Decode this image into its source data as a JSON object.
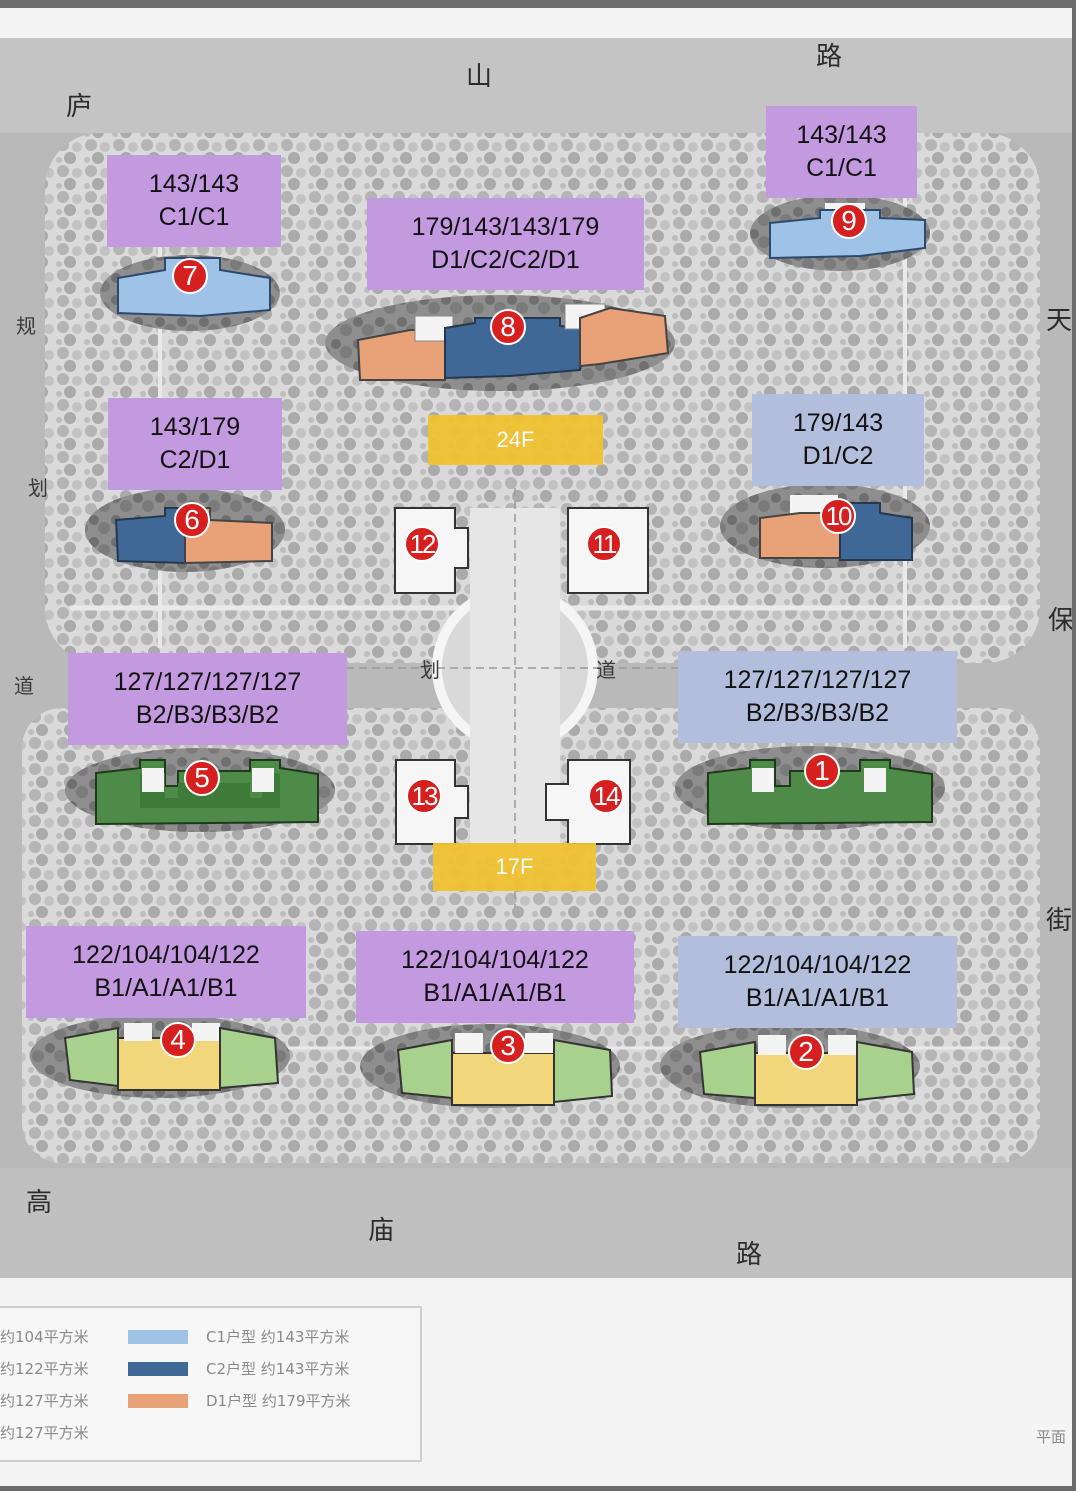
{
  "roads": {
    "north": [
      "庐",
      "山",
      "路"
    ],
    "west": [
      "规",
      "划",
      "道"
    ],
    "east": [
      "天",
      "保",
      "街"
    ],
    "south": [
      "高",
      "庙",
      "路"
    ],
    "center": [
      "划",
      "道"
    ]
  },
  "buildings": [
    {
      "num": "7",
      "area": "143/143",
      "type": "C1/C1",
      "label_color": "purple"
    },
    {
      "num": "8",
      "area": "179/143/143/179",
      "type": "D1/C2/C2/D1",
      "label_color": "purple"
    },
    {
      "num": "9",
      "area": "143/143",
      "type": "C1/C1",
      "label_color": "purple"
    },
    {
      "num": "6",
      "area": "143/179",
      "type": "C2/D1",
      "label_color": "purple"
    },
    {
      "num": "10",
      "area": "179/143",
      "type": "D1/C2",
      "label_color": "blue"
    },
    {
      "num": "5",
      "area": "127/127/127/127",
      "type": "B2/B3/B3/B2",
      "label_color": "purple"
    },
    {
      "num": "1",
      "area": "127/127/127/127",
      "type": "B2/B3/B3/B2",
      "label_color": "blue"
    },
    {
      "num": "4",
      "area": "122/104/104/122",
      "type": "B1/A1/A1/B1",
      "label_color": "purple"
    },
    {
      "num": "3",
      "area": "122/104/104/122",
      "type": "B1/A1/A1/B1",
      "label_color": "purple"
    },
    {
      "num": "2",
      "area": "122/104/104/122",
      "type": "B1/A1/A1/B1",
      "label_color": "blue"
    }
  ],
  "towers": [
    "12",
    "11",
    "13",
    "14"
  ],
  "floors": {
    "upper": "24F",
    "lower": "17F"
  },
  "legend": {
    "left": [
      "约104平方米",
      "约122平方米",
      "约127平方米",
      "约127平方米"
    ],
    "right": [
      {
        "text": "C1户型 约143平方米",
        "color": "#9fc3e6"
      },
      {
        "text": "C2户型 约143平方米",
        "color": "#3f6896"
      },
      {
        "text": "D1户型 约179平方米",
        "color": "#e9a177"
      }
    ]
  },
  "corner_text": "平面",
  "colors": {
    "purple_label": "#c39ae0",
    "blue_label": "#b2bedb",
    "floor_label": "#f1c232",
    "number_badge": "#d61f1f",
    "c1": "#9fc3e6",
    "c2": "#3f6896",
    "d1": "#e9a177",
    "b_dark": "#4e8a48",
    "b_light": "#a9d18e",
    "a1": "#f2d67c"
  }
}
